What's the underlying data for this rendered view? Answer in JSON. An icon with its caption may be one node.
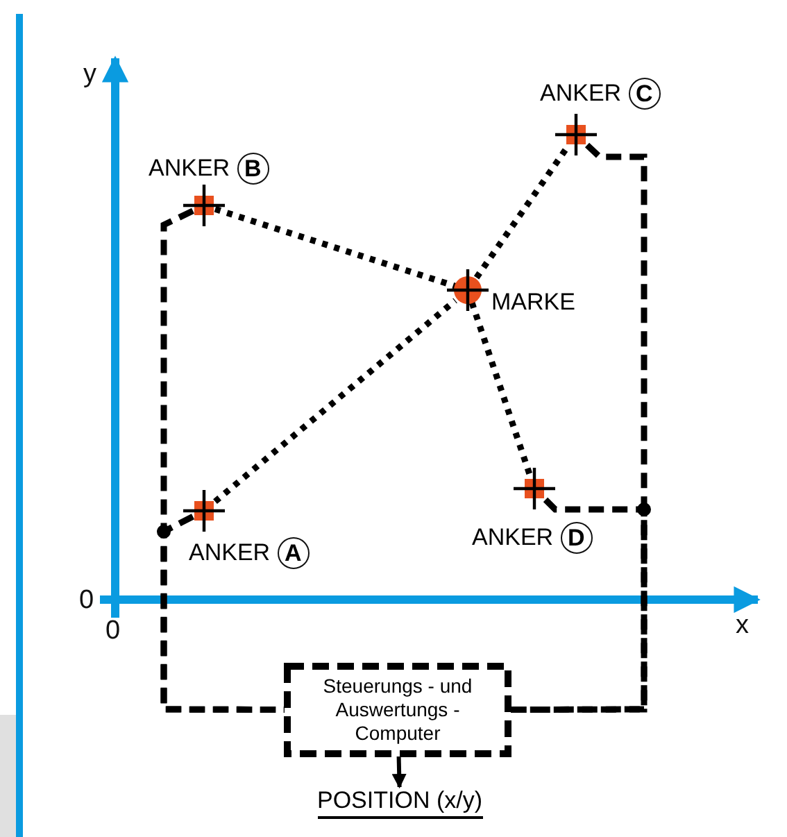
{
  "diagram": {
    "nodes": [
      {
        "text": [],
        "shape": "box",
        "beside": [
          "ANKER",
          "C"
        ]
      },
      {
        "text": [],
        "shape": "box",
        "beside": [
          "ANKER",
          "B"
        ]
      },
      {
        "text": [],
        "shape": "circle",
        "beside": [
          "MARKE"
        ]
      },
      {
        "text": [],
        "shape": "box",
        "beside": [
          "ANKER",
          "D"
        ]
      },
      {
        "text": [],
        "shape": "box",
        "beside": [
          "ANKER",
          "A"
        ]
      },
      {
        "text": [
          "Steuerungs - und Auswertungs - Computer"
        ]
      },
      {
        "text": [
          "POSITION (x/y)"
        ]
      }
    ],
    "edges": [
      {
        "from": 1,
        "to": 2,
        "arrow": "none",
        "style": "dashed"
      },
      {
        "from": 2,
        "to": 0,
        "arrow": "none",
        "style": "dashed"
      },
      {
        "from": 4,
        "to": 2,
        "arrow": "none",
        "style": "dashed"
      },
      {
        "from": 2,
        "to": 3,
        "arrow": "none",
        "style": "dashed"
      },
      {
        "from": 1,
        "to": 5,
        "arrow": "none",
        "style": "dashed"
      },
      {
        "from": 4,
        "to": 5,
        "arrow": "none",
        "style": "dashed"
      },
      {
        "from": 0,
        "to": 5,
        "arrow": "none",
        "style": "dashed"
      },
      {
        "from": 3,
        "to": 5,
        "arrow": "none",
        "style": "dashed"
      },
      {
        "from": 5,
        "to": 6,
        "arrow": "to"
      }
    ],
    "labels": [
      "y",
      "0",
      "0",
      "x"
    ]
  }
}
